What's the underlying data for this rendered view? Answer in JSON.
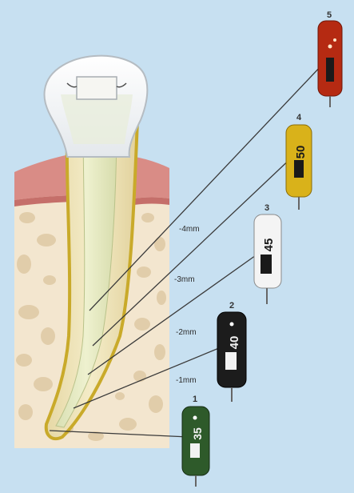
{
  "depth_labels": [
    "-4mm",
    "-3mm",
    "-2mm",
    "-1mm"
  ],
  "instruments": [
    {
      "number": "1",
      "size": "35",
      "color": "#2e5a2a"
    },
    {
      "number": "2",
      "size": "40",
      "color": "#1c1c1c"
    },
    {
      "number": "3",
      "size": "45",
      "color": "#f4f4f4"
    },
    {
      "number": "4",
      "size": "50",
      "color": "#d9b21a"
    },
    {
      "number": "5",
      "size": "",
      "color": "#b52a12"
    }
  ],
  "colors": {
    "background": "#c7e0f1",
    "bone": "#f3e6cf",
    "gum": "#d98c86",
    "root": "#efe3b8",
    "root_outline": "#c9aa2a",
    "canal": "#e3e6bf",
    "enamel": "#ffffff"
  }
}
